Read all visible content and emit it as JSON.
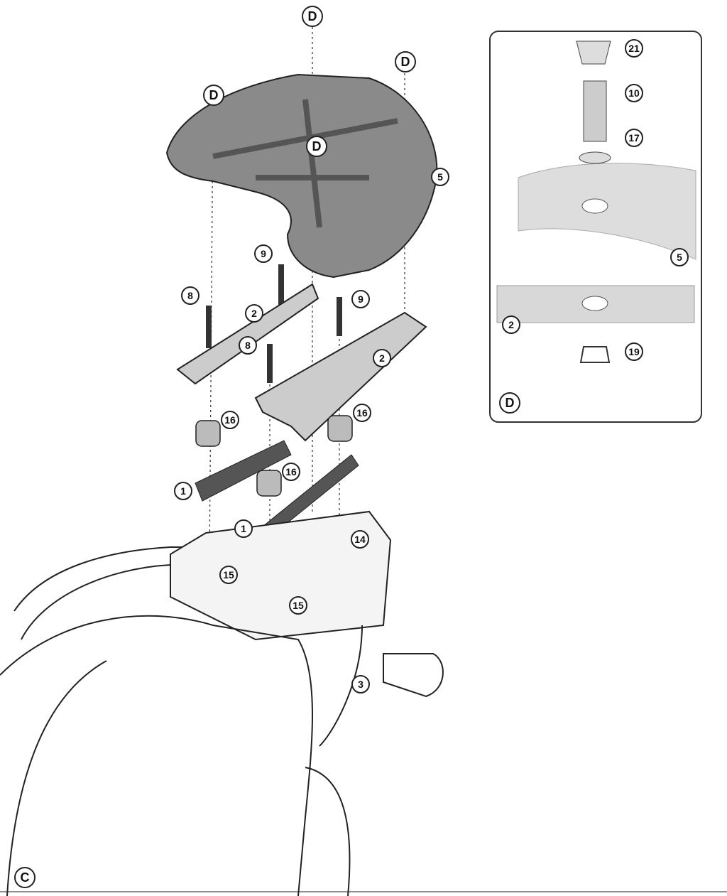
{
  "diagram": {
    "detail_callouts": {
      "d_top": "D",
      "d_left": "D",
      "d_right": "D",
      "d_center": "D",
      "c_corner": "C"
    },
    "parts": {
      "p5": "5",
      "p9a": "9",
      "p9b": "9",
      "p8a": "8",
      "p8b": "8",
      "p2a": "2",
      "p2b": "2",
      "p16a": "16",
      "p16b": "16",
      "p16c": "16",
      "p1a": "1",
      "p1b": "1",
      "p14": "14",
      "p15a": "15",
      "p15b": "15",
      "p3": "3"
    },
    "inset": {
      "title": "D",
      "parts": {
        "p21": "21",
        "p10": "10",
        "p17": "17",
        "p5": "5",
        "p2": "2",
        "p19": "19"
      }
    }
  }
}
